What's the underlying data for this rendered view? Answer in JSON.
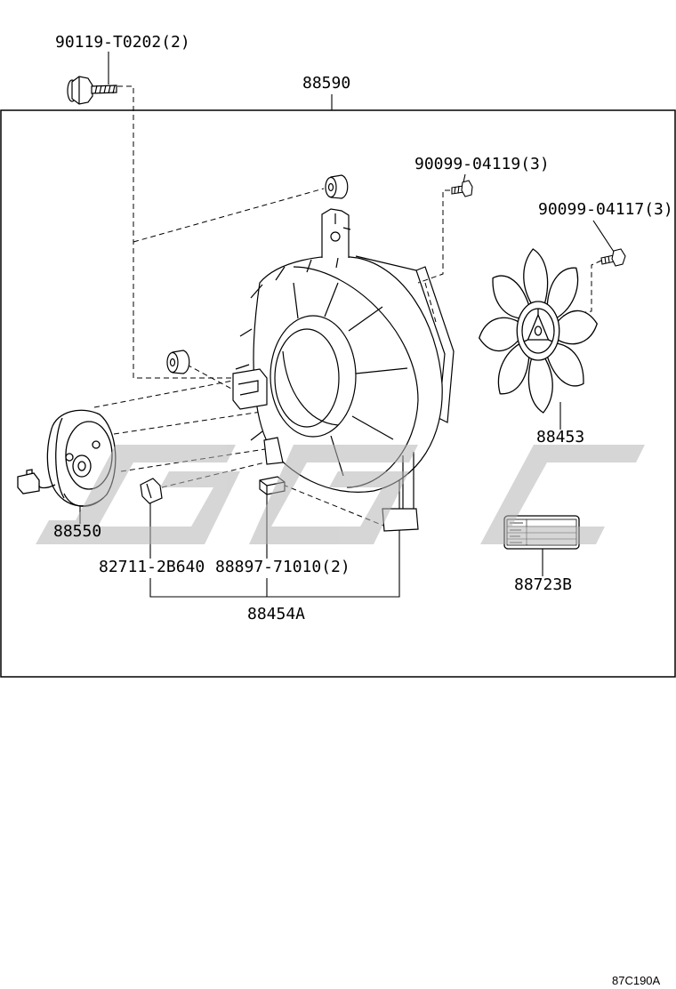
{
  "callouts": {
    "flange_bolt": "90119-T0202(2)",
    "fan_shroud": "88590",
    "screw_upper": "90099-04119(3)",
    "screw_right": "90099-04117(3)",
    "fan": "88453",
    "fan_motor": "88550",
    "grommet": "82711-2B640",
    "clip": "88897-71010(2)",
    "shroud_sub_assembly": "88454A",
    "label_plate": "88723B"
  },
  "diagram_code": "87C190A",
  "colors": {
    "background": "#ffffff",
    "line": "#000000",
    "watermark": "#b4b4b4"
  }
}
